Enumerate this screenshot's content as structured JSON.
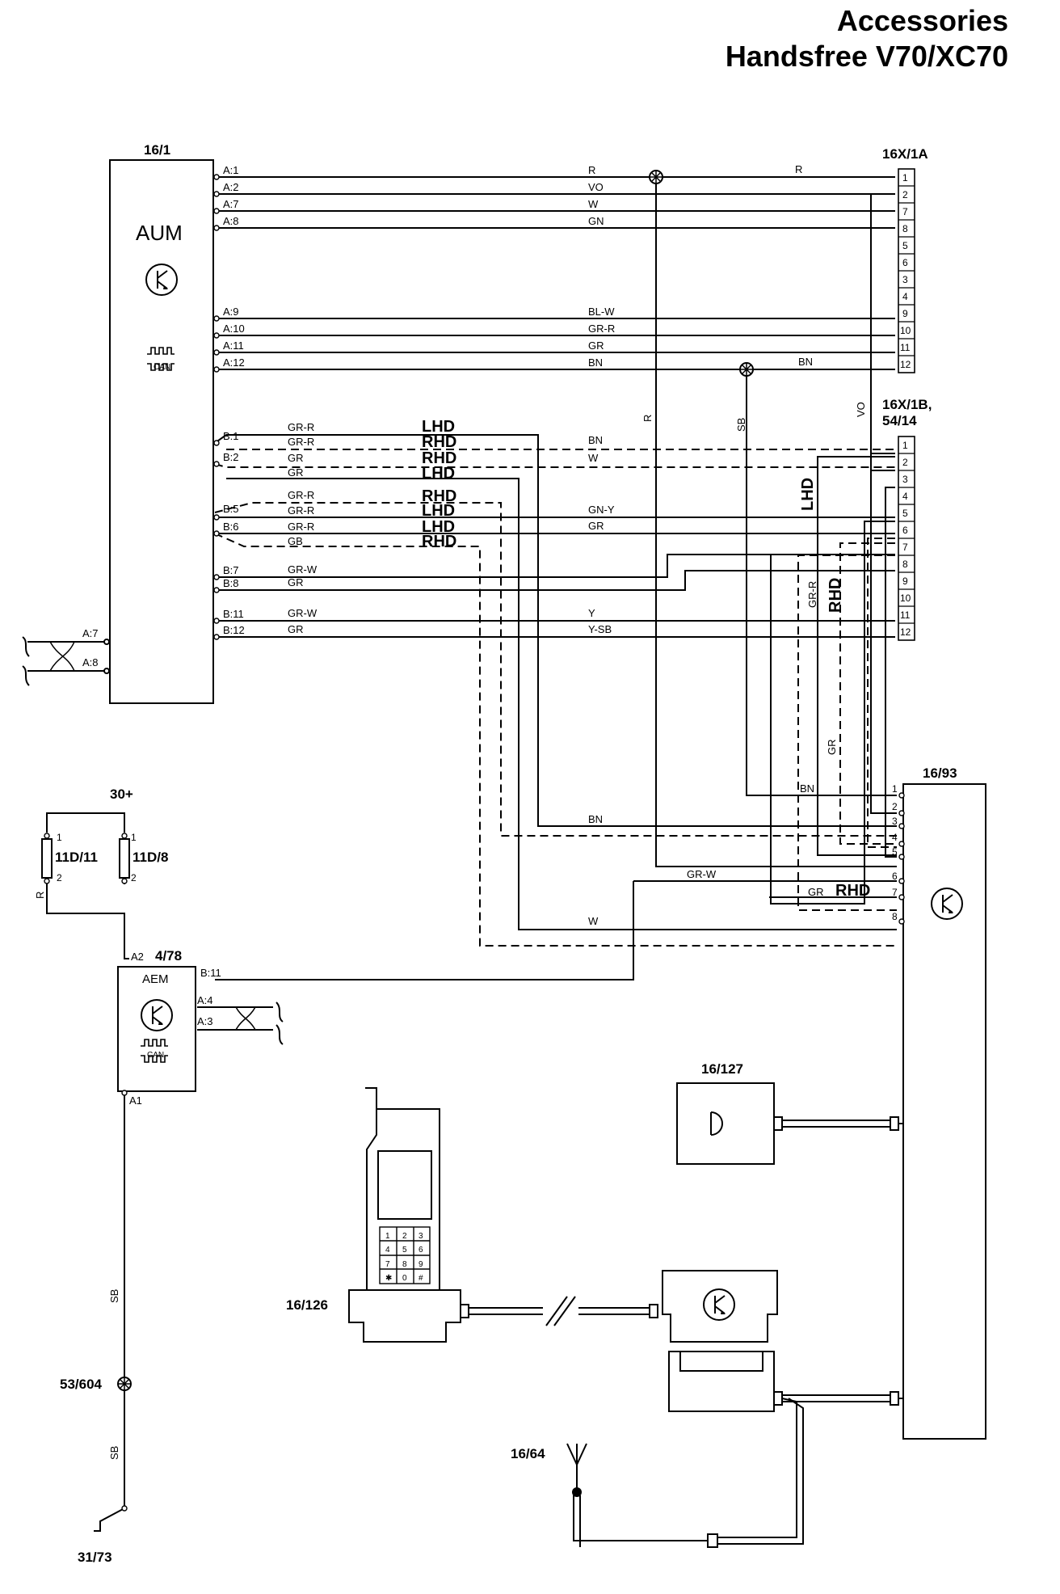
{
  "title": {
    "line1": "Accessories",
    "line2": "Handsfree V70/XC70"
  },
  "refs": {
    "aum": "16/1",
    "aum_label": "AUM",
    "c1a": "16X/1A",
    "c1b_1": "16X/1B,",
    "c1b_2": "54/14",
    "hf": "16/93",
    "aem": "4/78",
    "aem_label": "AEM",
    "mic": "16/127",
    "phone": "16/126",
    "antenna": "16/64",
    "fuse1": "11D/11",
    "fuse2": "11D/8",
    "batt": "30+",
    "splice": "53/604",
    "ground": "31/73"
  },
  "aum_pins_a": [
    "A:1",
    "A:2",
    "A:7",
    "A:8",
    "A:9",
    "A:10",
    "A:11",
    "A:12"
  ],
  "aum_wires_a": [
    "R",
    "VO",
    "W",
    "GN",
    "BL-W",
    "GR-R",
    "GR",
    "BN"
  ],
  "aum_pins_b": [
    "B:1",
    "B:2",
    "B:5",
    "B:6",
    "B:7",
    "B:8",
    "B:11",
    "B:12"
  ],
  "aum_wires_b": [
    "GR-R",
    "GR-R",
    "GR",
    "GR",
    "GR-R",
    "GR-R",
    "GR-R",
    "GB",
    "GR-W",
    "GR",
    "GR-W",
    "GR"
  ],
  "lhd_rhd_labels": [
    "LHD",
    "RHD",
    "RHD",
    "LHD",
    "RHD",
    "LHD",
    "LHD",
    "RHD"
  ],
  "right_wires_b": [
    "BN",
    "W",
    "GN-Y",
    "GR",
    "Y",
    "Y-SB"
  ],
  "c1a_pins": [
    "1",
    "2",
    "7",
    "8",
    "5",
    "6",
    "3",
    "4",
    "9",
    "10",
    "11",
    "12"
  ],
  "c1b_pins": [
    "1",
    "2",
    "3",
    "4",
    "5",
    "6",
    "7",
    "8",
    "9",
    "10",
    "11",
    "12"
  ],
  "can_label": "CAN",
  "can_pins": [
    "A:7",
    "A:8"
  ],
  "hf_pins": [
    "1",
    "2",
    "3",
    "4",
    "5",
    "6",
    "7",
    "8"
  ],
  "misc_wires": {
    "r_right": "R",
    "bn_right": "BN",
    "r_vert": "R",
    "sb_vert": "SB",
    "vo_vert": "VO",
    "lhd_vert": "LHD",
    "rhd_vert": "RHD",
    "grr_vert": "GR-R",
    "gr_vert": "GR",
    "bn_hf1": "BN",
    "bn_low": "BN",
    "grw_low": "GR-W",
    "gr_rhd": "GR",
    "rhd_low": "RHD",
    "w_low": "W",
    "r_fuse": "R",
    "sb1": "SB",
    "sb2": "SB"
  },
  "fuse_pins": [
    "1",
    "2",
    "1",
    "2"
  ],
  "aem_pins": {
    "a2": "A2",
    "b11": "B:11",
    "a4": "A:4",
    "a3": "A:3",
    "a1": "A1"
  },
  "keypad": [
    "1",
    "2",
    "3",
    "4",
    "5",
    "6",
    "7",
    "8",
    "9",
    "✱",
    "0",
    "#"
  ]
}
